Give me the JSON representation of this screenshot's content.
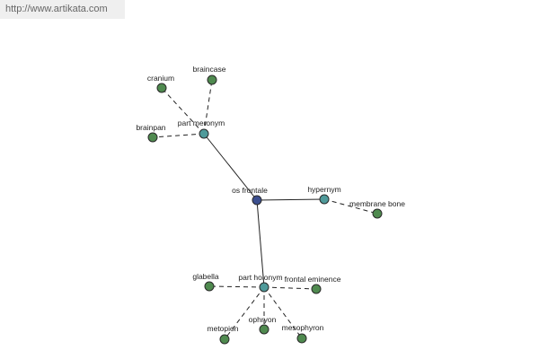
{
  "site": {
    "link_text": "http://www.artikata.com"
  },
  "colors": {
    "center_node": "#3c4f8f",
    "relation_node": "#4f9a9a",
    "leaf_node": "#4f8a4f",
    "edge": "#222222"
  },
  "graph": {
    "nodes": {
      "os_frontale": {
        "label": "os frontale",
        "kind": "center"
      },
      "part_meronym": {
        "label": "part meronym",
        "kind": "relation"
      },
      "hypernym": {
        "label": "hypernym",
        "kind": "relation"
      },
      "part_holonym": {
        "label": "part holonym",
        "kind": "relation"
      },
      "cranium": {
        "label": "cranium",
        "kind": "leaf"
      },
      "braincase": {
        "label": "braincase",
        "kind": "leaf"
      },
      "brainpan": {
        "label": "brainpan",
        "kind": "leaf"
      },
      "membrane_bone": {
        "label": "membrane bone",
        "kind": "leaf"
      },
      "glabella": {
        "label": "glabella",
        "kind": "leaf"
      },
      "frontal_eminence": {
        "label": "frontal eminence",
        "kind": "leaf"
      },
      "metopion": {
        "label": "metopion",
        "kind": "leaf"
      },
      "ophryon": {
        "label": "ophryon",
        "kind": "leaf"
      },
      "mesophyron": {
        "label": "mesophyron",
        "kind": "leaf"
      }
    },
    "edges": [
      {
        "from": "os_frontale",
        "to": "part_meronym",
        "style": "solid"
      },
      {
        "from": "os_frontale",
        "to": "hypernym",
        "style": "solid"
      },
      {
        "from": "os_frontale",
        "to": "part_holonym",
        "style": "solid"
      },
      {
        "from": "part_meronym",
        "to": "cranium",
        "style": "dashed"
      },
      {
        "from": "part_meronym",
        "to": "braincase",
        "style": "dashed"
      },
      {
        "from": "part_meronym",
        "to": "brainpan",
        "style": "dashed"
      },
      {
        "from": "hypernym",
        "to": "membrane_bone",
        "style": "dashed"
      },
      {
        "from": "part_holonym",
        "to": "glabella",
        "style": "dashed"
      },
      {
        "from": "part_holonym",
        "to": "frontal_eminence",
        "style": "dashed"
      },
      {
        "from": "part_holonym",
        "to": "metopion",
        "style": "dashed"
      },
      {
        "from": "part_holonym",
        "to": "ophryon",
        "style": "dashed"
      },
      {
        "from": "part_holonym",
        "to": "mesophyron",
        "style": "dashed"
      }
    ]
  }
}
